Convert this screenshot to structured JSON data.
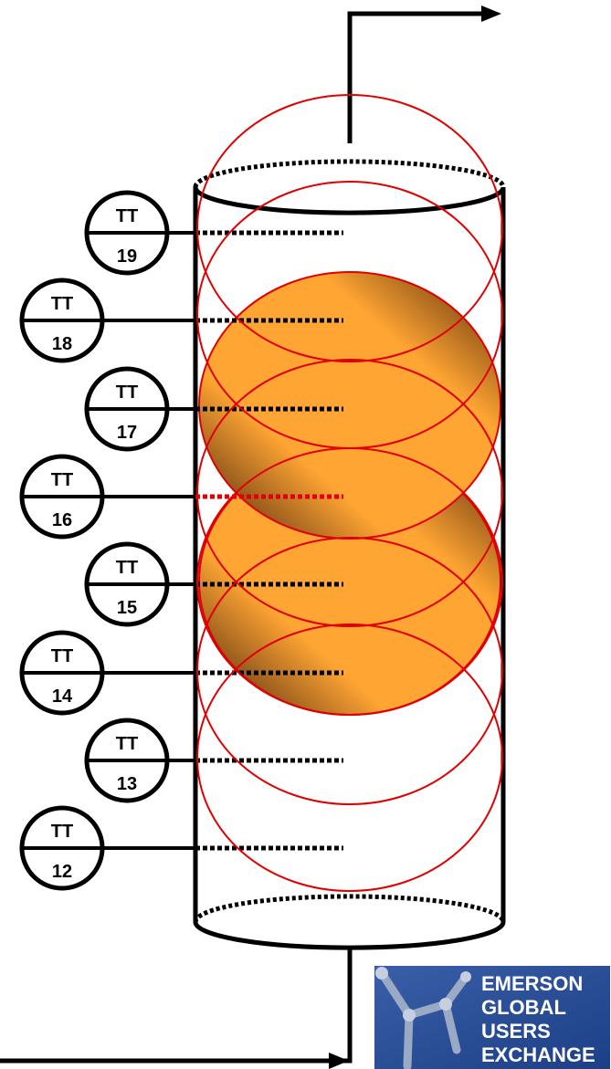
{
  "diagram": {
    "transmitters": [
      {
        "tag": "TT",
        "number": "19",
        "highlighted": false
      },
      {
        "tag": "TT",
        "number": "18",
        "highlighted": false
      },
      {
        "tag": "TT",
        "number": "17",
        "highlighted": false
      },
      {
        "tag": "TT",
        "number": "16",
        "highlighted": true
      },
      {
        "tag": "TT",
        "number": "15",
        "highlighted": false
      },
      {
        "tag": "TT",
        "number": "14",
        "highlighted": false
      },
      {
        "tag": "TT",
        "number": "13",
        "highlighted": false
      },
      {
        "tag": "TT",
        "number": "12",
        "highlighted": false
      }
    ],
    "hot_zone_count": 2,
    "ring_count": 6
  },
  "colors": {
    "line": "#000000",
    "ring": "#e00000",
    "highlight": "#e00000",
    "hot_zone_light": "#ffa533",
    "hot_zone_dark": "#5a3010",
    "logo_bg": "#1c3f86"
  },
  "logo": {
    "line1": "EMERSON",
    "line2": "GLOBAL",
    "line3": "USERS",
    "line4": "EXCHANGE"
  }
}
